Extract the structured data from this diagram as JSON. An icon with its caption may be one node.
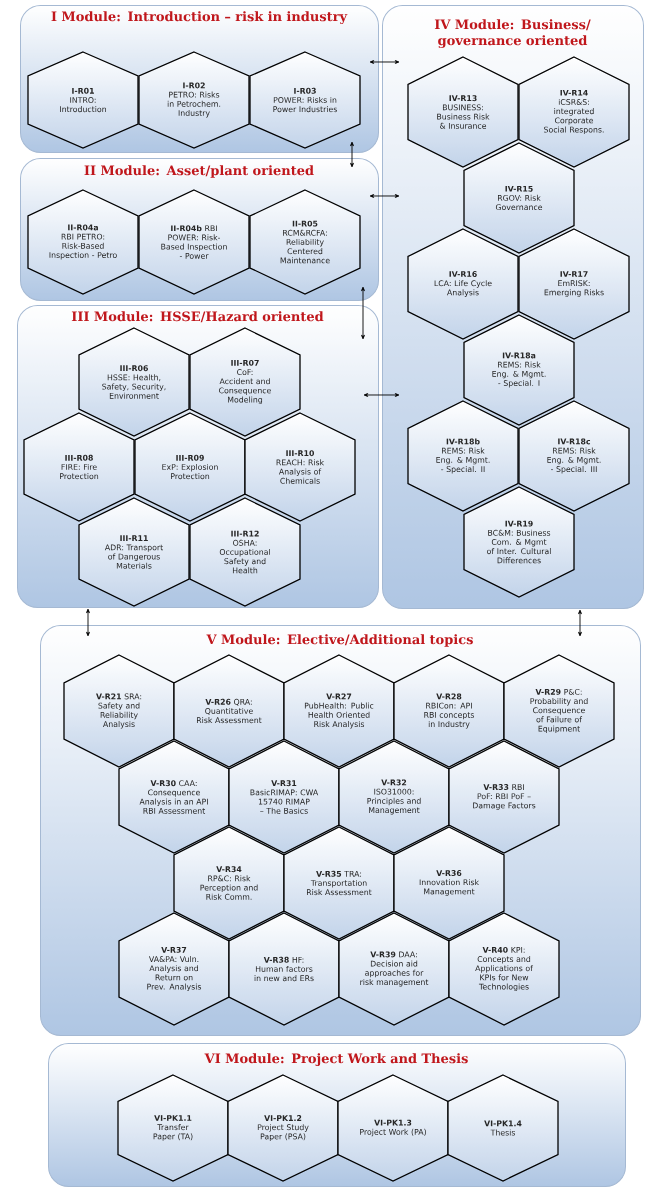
{
  "diagram": {
    "nodes": [
      {
        "text": [
          "I Module: Introduction – risk in industry"
        ]
      },
      {
        "text": [
          "I-R01",
          "INTRO: Introduction"
        ],
        "in": 0
      },
      {
        "text": [
          "I-R02",
          "PETRO: Risks in Petrochem. Industry"
        ],
        "in": 0
      },
      {
        "text": [
          "I-R03",
          "POWER: Risks in Power Industries"
        ],
        "in": 0
      },
      {
        "text": [
          "IV Module: Business/ governance oriented"
        ]
      },
      {
        "text": [
          "IV-R13",
          "BUSINESS: Business Risk & Insurance"
        ],
        "in": 4
      },
      {
        "text": [
          "IV-R14",
          "iCSR&S: integrated Corporate Social Respons."
        ],
        "in": 4
      },
      {
        "text": [
          "IV-R15",
          "RGOV: Risk Governance"
        ],
        "in": 4
      },
      {
        "text": [
          "IV-R16",
          "LCA: Life Cycle Analysis"
        ],
        "in": 4
      },
      {
        "text": [
          "IV-R17",
          "EmRISK: Emerging Risks"
        ],
        "in": 4
      },
      {
        "text": [
          "IV-R18a",
          "REMS: Risk Eng. & Mgmt. - Special. I"
        ],
        "in": 4
      },
      {
        "text": [
          "IV-R18b",
          "REMS: Risk Eng. & Mgmt. - Special. II"
        ],
        "in": 4
      },
      {
        "text": [
          "IV-R18c",
          "REMS: Risk Eng. & Mgmt. - Special. III"
        ],
        "in": 4
      },
      {
        "text": [
          "IV-R19",
          "BC&M: Business Com. & Mgmt of Inter. Cultural Differences"
        ],
        "in": 4
      },
      {
        "text": [
          "II Module: Asset/plant oriented"
        ]
      },
      {
        "text": [
          "**II-R04a** RBI PETRO: Risk-Based Inspection - Petro"
        ],
        "in": 14
      },
      {
        "text": [
          "**II-R04b** RBI POWER: Risk-Based Inspection - Power"
        ],
        "in": 14
      },
      {
        "text": [
          "II-R05",
          "RCM&RCFA: Reliability Centered Maintenance"
        ],
        "in": 14
      },
      {
        "text": [
          "III Module: HSSE/Hazard oriented"
        ]
      },
      {
        "text": [
          "III-R06",
          "HSSE: Health, Safety, Security, Environment"
        ],
        "in": 18
      },
      {
        "text": [
          "III-R07",
          "CoF: Accident and Consequence Modeling"
        ],
        "in": 18
      },
      {
        "text": [
          "III-R08",
          "FIRE: Fire Protection"
        ],
        "in": 18
      },
      {
        "text": [
          "III-R09",
          "ExP: Explosion Protection"
        ],
        "in": 18
      },
      {
        "text": [
          "III-R10",
          "REACH: Risk Analysis of Chemicals"
        ],
        "in": 18
      },
      {
        "text": [
          "III-R11",
          "ADR: Transport of Dangerous Materials"
        ],
        "in": 18
      },
      {
        "text": [
          "III-R12",
          "OSHA: Occupational Safety and Health"
        ],
        "in": 18
      },
      {
        "text": [
          "V Module: Elective/Additional topics"
        ]
      },
      {
        "text": [
          "**V-R21** SRA: Safety and Reliability Analysis"
        ],
        "in": 26
      },
      {
        "text": [
          "**V-R26** QRA: Quantitative Risk Assessment"
        ],
        "in": 26
      },
      {
        "text": [
          "V-R27",
          "PubHealth: Public Health Oriented Risk Analysis"
        ],
        "in": 26
      },
      {
        "text": [
          "V-R28",
          "RBICon: API RBI concepts in Industry"
        ],
        "in": 26
      },
      {
        "text": [
          "**V-R29** P&C: Probability and Consequence of Failure of Equipment"
        ],
        "in": 26
      },
      {
        "text": [
          "**V-R30** CAA: Consequence Analysis in an API RBI Assessment"
        ],
        "in": 26
      },
      {
        "text": [
          "V-R31",
          "BasicRIMAP: CWA 15740 RIMAP – The Basics"
        ],
        "in": 26
      },
      {
        "text": [
          "V-R32",
          "ISO31000: Principles and Management"
        ],
        "in": 26
      },
      {
        "text": [
          "**V-R33** RBI PoF: RBI PoF – Damage Factors"
        ],
        "in": 26
      },
      {
        "text": [
          "V-R34",
          "RP&C: Risk Perception and Risk Comm."
        ],
        "in": 26
      },
      {
        "text": [
          "**V-R35** TRA: Transportation Risk Assessment"
        ],
        "in": 26
      },
      {
        "text": [
          "V-R36",
          "Innovation Risk Management"
        ],
        "in": 26
      },
      {
        "text": [
          "V-R37",
          "VA&PA: Vuln. Analysis and Return on Prev. Analysis"
        ],
        "in": 26
      },
      {
        "text": [
          "**V-R38** HF: Human factors in new and ERs"
        ],
        "in": 26
      },
      {
        "text": [
          "**V-R39** DAA: Decision aid approaches for risk management"
        ],
        "in": 26
      },
      {
        "text": [
          "**V-R40** KPI: Concepts and Applications of KPIs for New Technologies"
        ],
        "in": 26
      },
      {
        "text": [
          "VI Module: Project Work and Thesis"
        ]
      },
      {
        "text": [
          "VI-PK1.1",
          "Transfer Paper (TA)"
        ],
        "in": 43
      },
      {
        "text": [
          "VI-PK1.2",
          "Project Study Paper (PSA)"
        ],
        "in": 43
      },
      {
        "text": [
          "VI-PK1.3",
          "Project Work (PA)"
        ],
        "in": 43
      },
      {
        "text": [
          "VI-PK1.4",
          "Thesis"
        ],
        "in": 43
      }
    ],
    "edges": [
      {
        "from": 0,
        "to": 4,
        "arrow": "both"
      },
      {
        "from": 0,
        "to": 14,
        "arrow": "both"
      },
      {
        "from": 14,
        "to": 4,
        "arrow": "both"
      },
      {
        "from": 14,
        "to": 18,
        "arrow": "both"
      },
      {
        "from": 18,
        "to": 4,
        "arrow": "both"
      },
      {
        "from": 18,
        "to": 26,
        "arrow": "both"
      },
      {
        "from": 4,
        "to": 26,
        "arrow": "both"
      }
    ]
  }
}
